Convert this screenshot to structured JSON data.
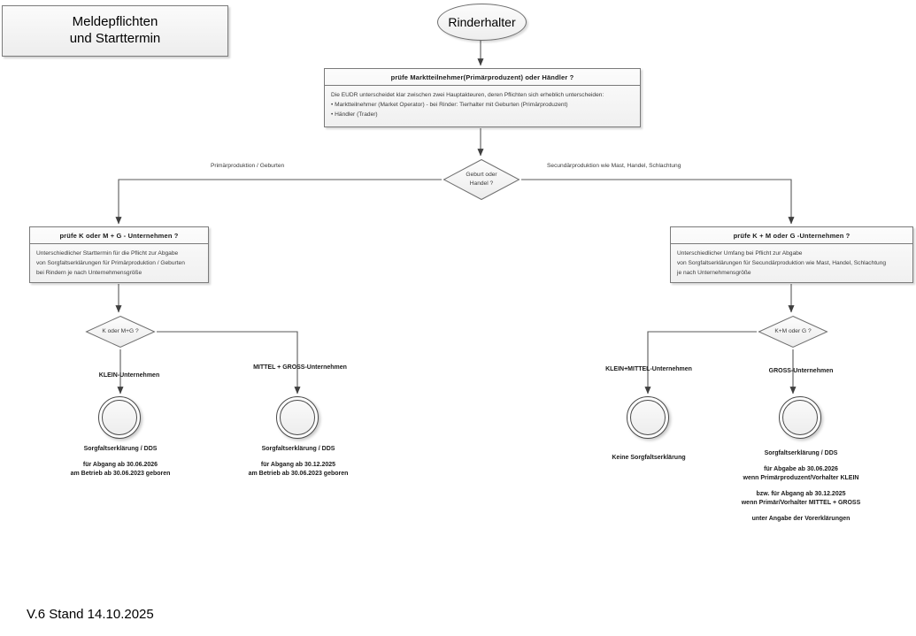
{
  "diagram": {
    "title_box": {
      "line1": "Meldepflichten",
      "line2": "und Starttermin"
    },
    "version_footer": "V.6 Stand 14.10.2025",
    "start_node": {
      "label": "Rinderhalter"
    },
    "process_top": {
      "header": "prüfe Marktteilnehmer(Primärproduzent) oder Händler ?",
      "body_line1": "Die EUDR unterscheidet klar zwischen zwei Hauptakteuren, deren Pflichten sich erheblich unterscheiden:",
      "body_line2": "• Marktteilnehmer (Market Operator)  -  bei Rinder: Tierhalter mit Geburten (Primärproduzent)",
      "body_line3": "• Händler (Trader)"
    },
    "decision_main": {
      "line1": "Geburt oder",
      "line2": "Handel ?",
      "edge_label_left": "Primärproduktion / Geburten",
      "edge_label_right": "Secundärproduktion wie Mast, Handel, Schlachtung"
    },
    "process_left": {
      "header": "prüfe K oder M + G - Unternehmen ?",
      "body_line1": "Unterschiedlicher Starttermin für die Pflicht zur Abgabe",
      "body_line2": "von Sorgfaltserklärungen für Primärproduktion / Geburten",
      "body_line3": "bei Rindern je nach Unternehmensgröße"
    },
    "process_right": {
      "header": "prüfe K + M oder G -Unternehmen ?",
      "body_line1": "Unterschiedlicher Umfang bei Pflicht zur Abgabe",
      "body_line2": "von Sorgfaltserklärungen für Secundärproduktion wie Mast, Handel, Schlachtung",
      "body_line3": "je nach Unternehmensgröße"
    },
    "decision_left": {
      "label": "K oder M+G ?",
      "branch_label_left": "KLEIN-Unternehmen",
      "branch_label_right": "MITTEL + GROSS-Unternehmen"
    },
    "decision_right": {
      "label": "K+M oder G ?",
      "branch_label_left": "KLEIN+MITTEL-Unternehmen",
      "branch_label_right": "GROSS-Unternehmen"
    },
    "end_nodes": [
      {
        "id": "end-1",
        "title": "Sorgfaltserklärung / DDS",
        "line1": "für Abgang ab 30.06.2026",
        "line2": "am Betrieb ab 30.06.2023 geboren"
      },
      {
        "id": "end-2",
        "title": "Sorgfaltserklärung / DDS",
        "line1": "für Abgang ab 30.12.2025",
        "line2": "am Betrieb ab 30.06.2023 geboren"
      },
      {
        "id": "end-3",
        "title": "Keine Sorgfaltserklärung"
      },
      {
        "id": "end-4",
        "title": "Sorgfaltserklärung / DDS",
        "line1": "für Abgabe ab 30.06.2026",
        "line2": "wenn Primärproduzent/Vorhalter KLEIN",
        "line3": "bzw. für Abgang ab 30.12.2025",
        "line4": "wenn Primär/Vorhalter MITTEL + GROSS",
        "line5": "unter Angabe der Vorerklärungen"
      }
    ]
  },
  "colors": {
    "line": "#595959",
    "box_border": "#7a7a7a",
    "text": "#1a1a1a"
  }
}
